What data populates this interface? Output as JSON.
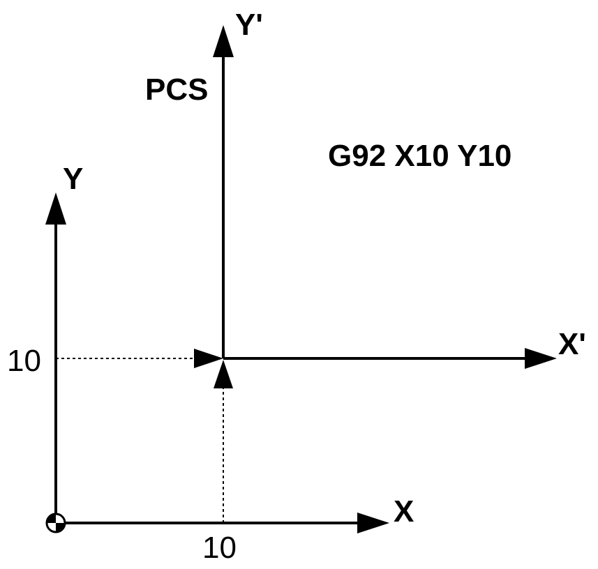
{
  "axes": {
    "machine": {
      "x_label": "X",
      "y_label": "Y"
    },
    "program": {
      "name": "PCS",
      "x_label": "X'",
      "y_label": "Y'"
    }
  },
  "command": "G92 X10 Y10",
  "offset": {
    "x_value": "10",
    "y_value": "10"
  },
  "colors": {
    "line": "#000000",
    "background": "#ffffff"
  }
}
